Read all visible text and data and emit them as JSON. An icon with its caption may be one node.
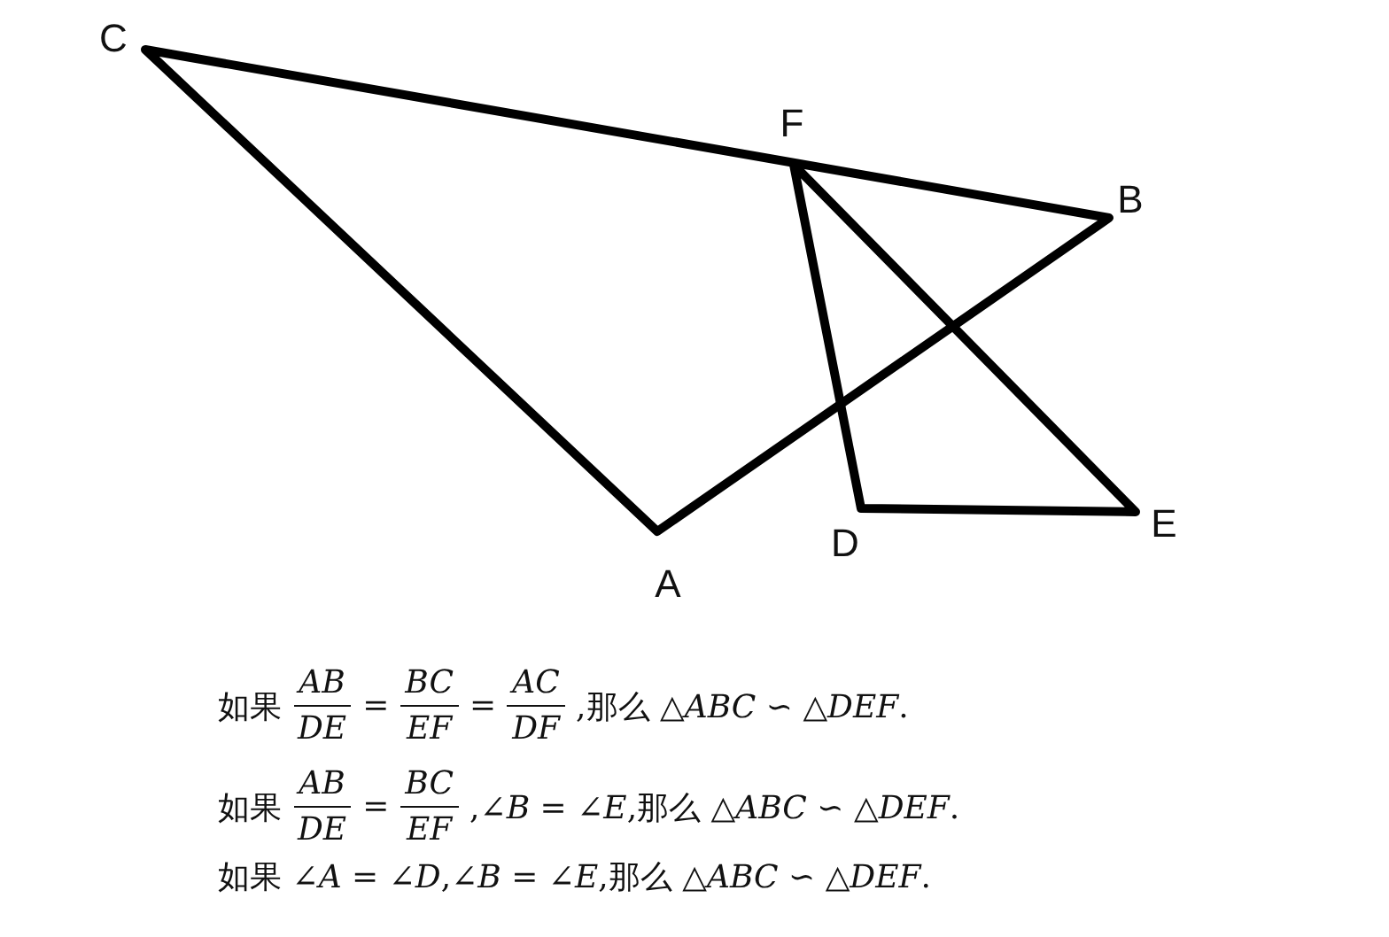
{
  "diagram": {
    "labels": [
      "C",
      "F",
      "B",
      "E",
      "D",
      "A",
      "如果",
      "AB",
      "DE",
      "=",
      "BC",
      "EF",
      "=",
      "AC",
      "DF",
      ",那么 △*ABC* ∽ △*DEF*.",
      "如果",
      "AB",
      "DE",
      "=",
      "BC",
      "EF",
      ",∠*B* = ∠*E*,那么 △*ABC* ∽ △*DEF*.",
      "如果 ∠*A* = ∠*D*,∠*B* = ∠*E*,那么 △*ABC* ∽ △*DEF*."
    ]
  }
}
